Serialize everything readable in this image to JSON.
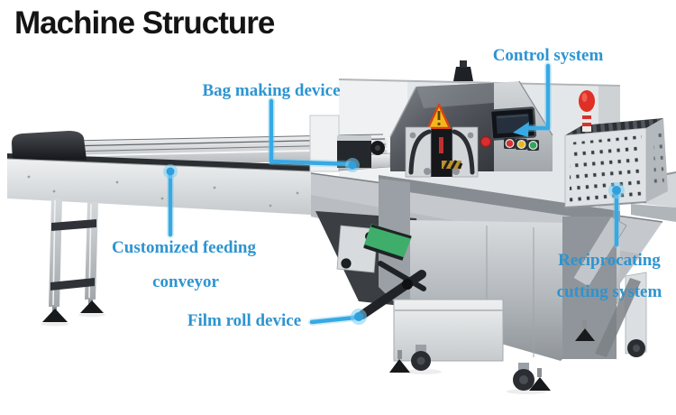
{
  "title": "Machine Structure",
  "colors": {
    "title_text": "#141414",
    "label_text": "#2d94d1",
    "leader_line": "#38a9e3",
    "leader_glow": "#7ecdf2",
    "warning_triangle": "#f3b71d",
    "emergency_stop_red": "#e03025",
    "button_red": "#d63333",
    "button_yellow": "#e2b723",
    "button_green": "#2fa85a",
    "belt_green": "#3fae6b",
    "machine_gray": "#cfd3d6"
  },
  "annotations": {
    "bag_making": {
      "label": "Bag making device"
    },
    "control": {
      "label": "Control system"
    },
    "feeding": {
      "line1": "Customized feeding",
      "line2": "conveyor"
    },
    "film_roll": {
      "label": "Film roll device"
    },
    "cutting": {
      "line1": "Reciprocating",
      "line2": "cutting system"
    }
  }
}
